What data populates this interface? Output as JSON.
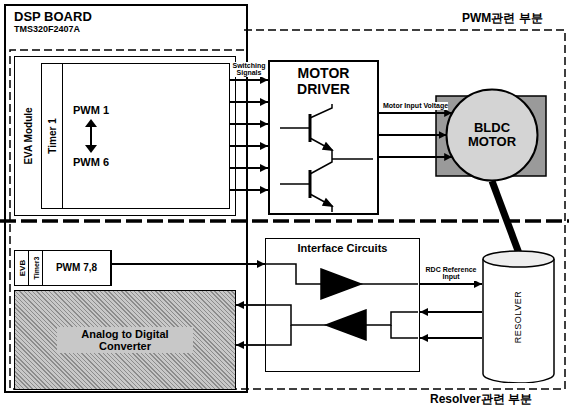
{
  "diagram": {
    "nodes": [
      {
        "text": [
          "DSP BOARD",
          "TMS320F2407A"
        ]
      },
      {
        "text": [
          "EVA Module"
        ],
        "in": 0
      },
      {
        "text": [
          "Timer 1"
        ],
        "in": 1
      },
      {
        "text": [
          "PWM 1",
          "PWM 6"
        ],
        "in": 1
      },
      {
        "text": [
          "EVB"
        ],
        "in": 0
      },
      {
        "text": [
          "Timer3"
        ],
        "in": 4
      },
      {
        "text": [
          "PWM 7,8"
        ],
        "in": 4
      },
      {
        "text": [
          "Analog to Digital Converter"
        ],
        "in": 0
      },
      {
        "text": [
          "MOTOR DRIVER"
        ]
      },
      {
        "text": [
          "BLDC MOTOR"
        ]
      },
      {
        "text": [
          "Interface Circuits"
        ]
      },
      {
        "text": [
          "RESOLVER"
        ]
      }
    ],
    "edges": [
      {
        "from": 3,
        "to": 8,
        "arrow": "to",
        "label": "Switching Signals"
      },
      {
        "from": 3,
        "to": 8,
        "arrow": "to"
      },
      {
        "from": 3,
        "to": 8,
        "arrow": "to"
      },
      {
        "from": 3,
        "to": 8,
        "arrow": "to"
      },
      {
        "from": 3,
        "to": 8,
        "arrow": "to"
      },
      {
        "from": 3,
        "to": 8,
        "arrow": "to"
      },
      {
        "from": 8,
        "to": 9,
        "arrow": "to",
        "label": "Motor Input Voltage"
      },
      {
        "from": 8,
        "to": 9,
        "arrow": "to"
      },
      {
        "from": 8,
        "to": 9,
        "arrow": "to"
      },
      {
        "from": 9,
        "to": 11,
        "arrow": "none"
      },
      {
        "from": 6,
        "to": 10,
        "arrow": "to"
      },
      {
        "from": 10,
        "to": 11,
        "arrow": "to",
        "label": "RDC Reference Input"
      },
      {
        "from": 11,
        "to": 10,
        "arrow": "to"
      },
      {
        "from": 11,
        "to": 10,
        "arrow": "to"
      },
      {
        "from": 10,
        "to": 7,
        "arrow": "to"
      },
      {
        "from": 10,
        "to": 7,
        "arrow": "to"
      }
    ],
    "labels": [
      "PWM관련 부분",
      "Resolver관련 부분"
    ]
  }
}
